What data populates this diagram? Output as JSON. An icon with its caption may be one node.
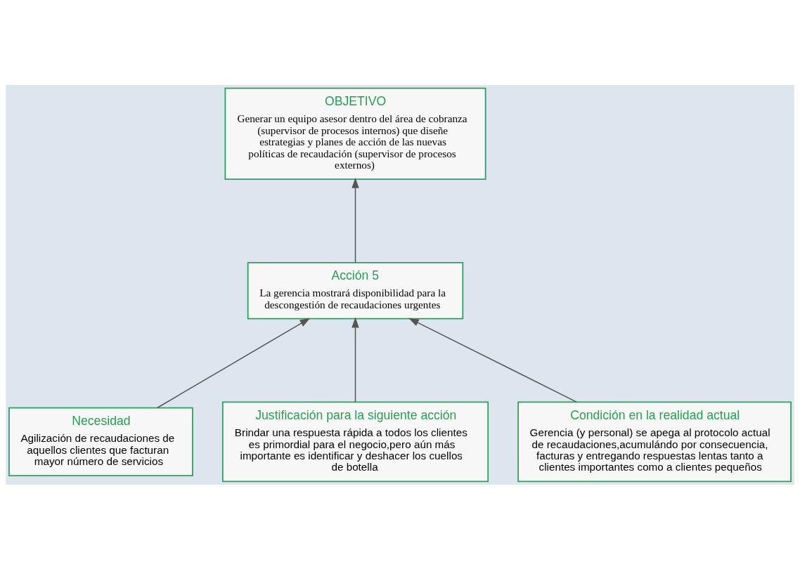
{
  "diagram": {
    "nodes": [
      {
        "text": [
          "OBJETIVO",
          "Generar un equipo asesor dentro del área de cobranza (supervisor de procesos internos) que diseñe estrategias y planes de acción de las nuevas políticas de recaudación (supervisor de procesos externos)"
        ]
      },
      {
        "text": [
          "Acción 5",
          "La gerencia mostrará disponibilidad para la descongestión de recaudaciones urgentes"
        ]
      },
      {
        "text": [
          "Necesidad",
          "Agilización de recaudaciones de aquellos clientes que facturan mayor número de servicios"
        ]
      },
      {
        "text": [
          "Justificación para la siguiente acción",
          "Brindar una respuesta rápida a todos los clientes es primordial para el negocio,pero aún más importante es identificar y deshacer los cuellos de botella"
        ]
      },
      {
        "text": [
          "Condición en la realidad actual",
          "Gerencia (y personal) se apega al protocolo actual de recaudaciones,acumulándo por consecuencia, facturas y entregando respuestas lentas tanto a clientes importantes como a clientes pequeños"
        ]
      }
    ],
    "edges": [
      {
        "from": 1,
        "to": 0,
        "arrow": "to"
      },
      {
        "from": 2,
        "to": 1,
        "arrow": "to"
      },
      {
        "from": 3,
        "to": 1,
        "arrow": "to"
      },
      {
        "from": 4,
        "to": 1,
        "arrow": "to"
      }
    ]
  }
}
